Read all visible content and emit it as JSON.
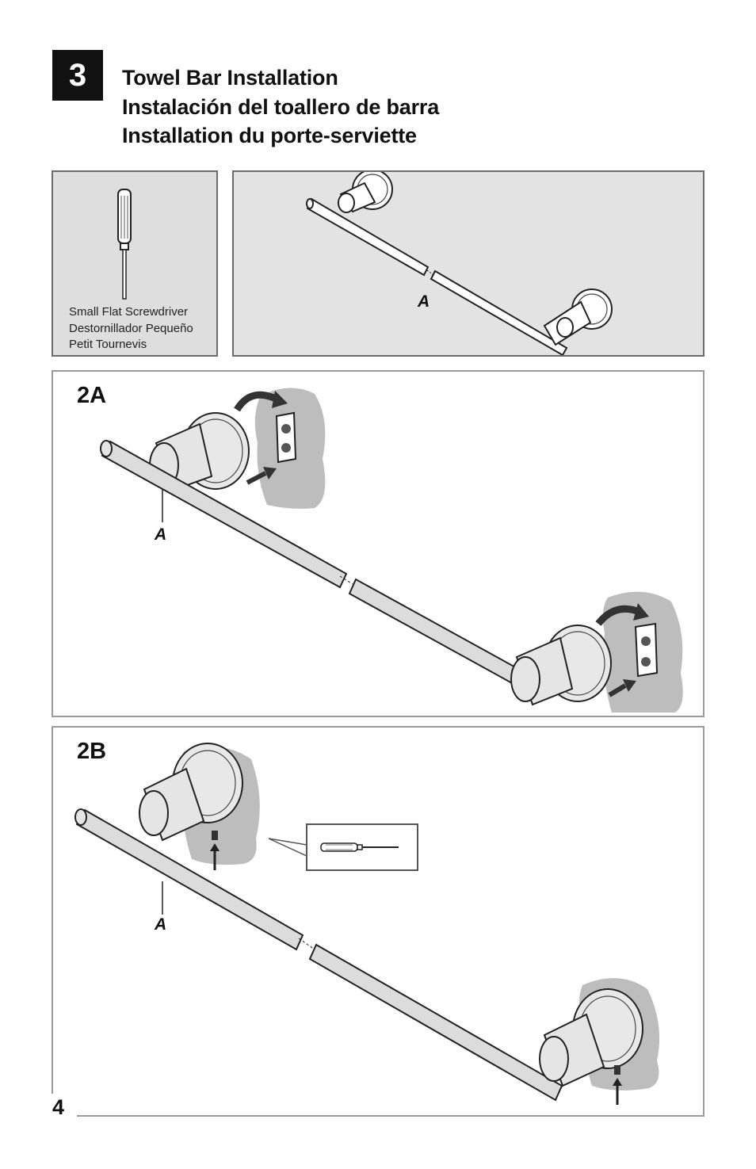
{
  "step": {
    "number": "3",
    "titles": [
      "Towel Bar Installation",
      "Instalación del toallero de barra",
      "Installation du porte-serviette"
    ]
  },
  "tool": {
    "icon": "flat-screwdriver-icon",
    "labels": [
      "Small Flat Screwdriver",
      "Destornillador Pequeño",
      "Petit Tournevis"
    ]
  },
  "overview": {
    "callout": "A"
  },
  "step_2a": {
    "label": "2A",
    "callout": "A"
  },
  "step_2b": {
    "label": "2B",
    "callout": "A"
  },
  "page": {
    "number": "4"
  },
  "colors": {
    "panel_gray": "#e3e3e3",
    "wall_gray": "#bdbdbd",
    "ink": "#111111"
  }
}
